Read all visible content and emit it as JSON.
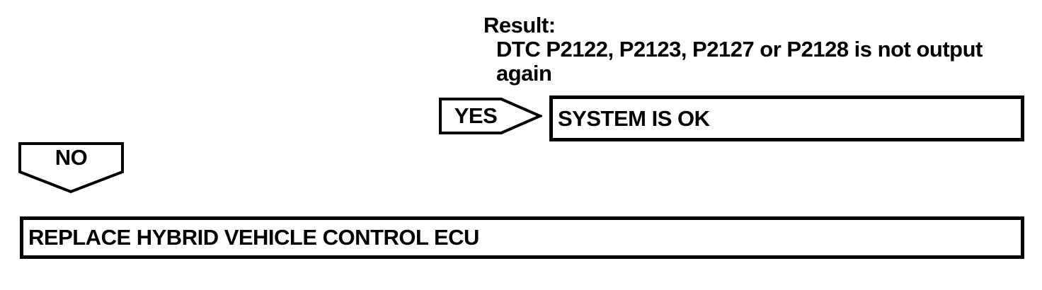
{
  "flowchart": {
    "result": {
      "label": "Result:",
      "condition_lines": [
        "DTC P2122, P2123, P2127 or P2128 is not output",
        "again"
      ]
    },
    "yes_branch": {
      "label": "YES",
      "action": "SYSTEM IS OK"
    },
    "no_branch": {
      "label": "NO",
      "action": "REPLACE HYBRID VEHICLE CONTROL ECU"
    },
    "colors": {
      "line": "#000000",
      "background": "#ffffff",
      "text": "#000000"
    }
  }
}
